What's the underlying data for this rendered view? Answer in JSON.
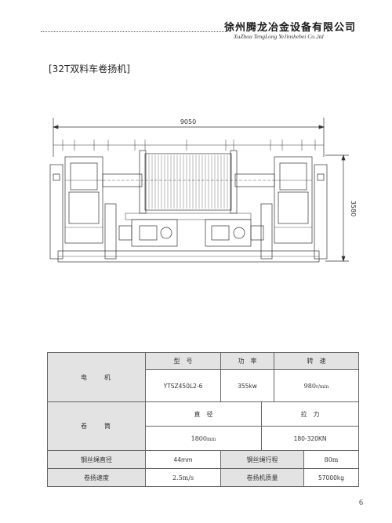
{
  "header": {
    "company_cn": "徐州腾龙冶金设备有限公司",
    "company_en": "XuZhou TengLong YeJinshebei Co.,ltd"
  },
  "section_title": "[32T双料车卷扬机]",
  "drawing": {
    "width_dim": "9050",
    "height_dim": "3580"
  },
  "specs": {
    "motor": {
      "label": "电　　机",
      "headers": [
        "型　号",
        "功　率",
        "转　速"
      ],
      "model": "YTSZ450L2-6",
      "power": "355kw",
      "speed_value": "980",
      "speed_unit": "r/min"
    },
    "drum": {
      "label": "卷　　筒",
      "headers": [
        "直　径",
        "拉　力"
      ],
      "diameter_value": "1800",
      "diameter_unit": "mm",
      "tension": "180-320KN"
    },
    "rope_diameter": {
      "label": "钢丝绳直径",
      "value": "44mm"
    },
    "rope_stroke": {
      "label": "钢丝绳行程",
      "value": "80m"
    },
    "hoist_speed": {
      "label": "卷扬速度",
      "value": "2.5m/s"
    },
    "hoist_mass": {
      "label": "卷扬机质量",
      "value": "57000kg"
    }
  },
  "page_number": "6"
}
